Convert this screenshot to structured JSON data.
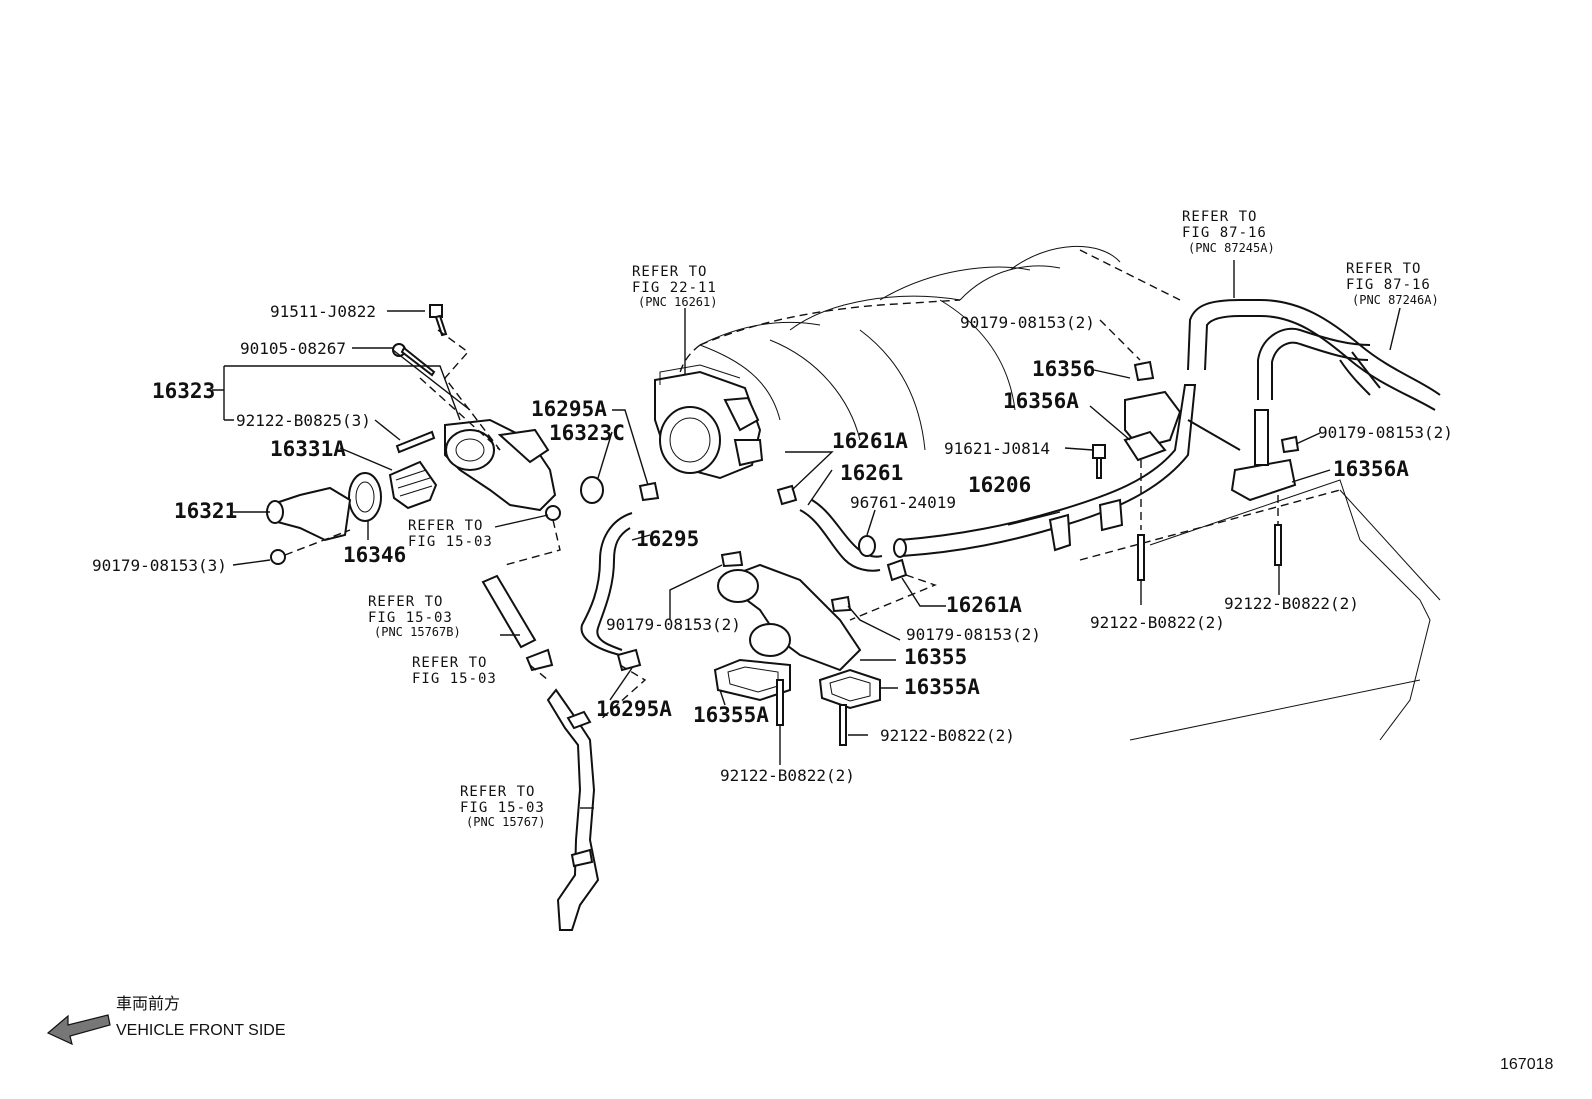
{
  "diagram": {
    "figure_number": "167018",
    "orientation": {
      "label_jp": "車両前方",
      "label_en": "VEHICLE FRONT SIDE"
    },
    "parts": {
      "p91511": "91511-J0822",
      "p90105": "90105-08267",
      "p16323": "16323",
      "p92122_0825": "92122-B0825(3)",
      "p16331A": "16331A",
      "p16321": "16321",
      "p16346": "16346",
      "p90179_3": "90179-08153(3)",
      "p16295A_top": "16295A",
      "p16323C": "16323C",
      "p16295": "16295",
      "p16295A_bot": "16295A",
      "p90179_mid": "90179-08153(2)",
      "p16261A_top": "16261A",
      "p16261": "16261",
      "p96761": "96761-24019",
      "p16261A_bot": "16261A",
      "p90179_right": "90179-08153(2)",
      "p16355": "16355",
      "p16355A_right": "16355A",
      "p16355A_left": "16355A",
      "p92122_0822_a": "92122-B0822(2)",
      "p92122_0822_b": "92122-B0822(2)",
      "p90179_top": "90179-08153(2)",
      "p16356": "16356",
      "p16356A_left": "16356A",
      "p91621": "91621-J0814",
      "p16206": "16206",
      "p92122_0822_c": "92122-B0822(2)",
      "p92122_0822_d": "92122-B0822(2)",
      "p90179_far": "90179-08153(2)",
      "p16356A_right": "16356A"
    },
    "refs": {
      "ref_15_03_a": {
        "l1": "REFER TO",
        "l2": "FIG 15-03"
      },
      "ref_15_03_b": {
        "l1": "REFER TO",
        "l2": "FIG 15-03",
        "l3": "(PNC 15767B)"
      },
      "ref_15_03_c": {
        "l1": "REFER TO",
        "l2": "FIG 15-03"
      },
      "ref_15_03_d": {
        "l1": "REFER TO",
        "l2": "FIG 15-03",
        "l3": "(PNC 15767)"
      },
      "ref_22_11": {
        "l1": "REFER TO",
        "l2": "FIG 22-11",
        "l3": "(PNC 16261)"
      },
      "ref_87_16_a": {
        "l1": "REFER TO",
        "l2": "FIG 87-16",
        "l3": "(PNC 87245A)"
      },
      "ref_87_16_b": {
        "l1": "REFER TO",
        "l2": "FIG 87-16",
        "l3": "(PNC 87246A)"
      }
    }
  }
}
